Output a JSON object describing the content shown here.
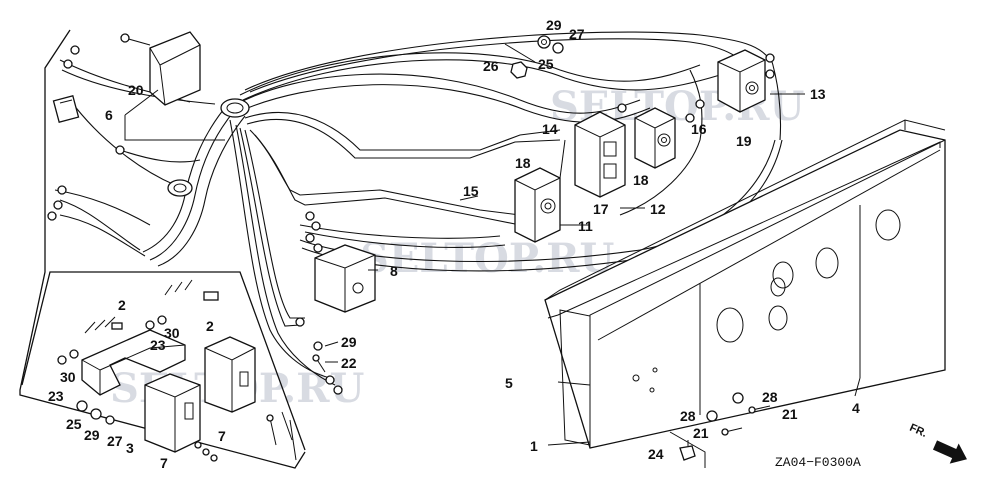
{
  "diagram_code": "ZA04−F0300A",
  "direction_label": "FR.",
  "watermark": "SELTOP.RU",
  "callouts": [
    "1",
    "2",
    "2",
    "3",
    "4",
    "5",
    "6",
    "7",
    "7",
    "8",
    "11",
    "12",
    "13",
    "14",
    "15",
    "16",
    "17",
    "18",
    "18",
    "19",
    "20",
    "21",
    "21",
    "22",
    "23",
    "23",
    "24",
    "25",
    "25",
    "26",
    "27",
    "27",
    "28",
    "28",
    "29",
    "29",
    "29",
    "30",
    "30"
  ]
}
